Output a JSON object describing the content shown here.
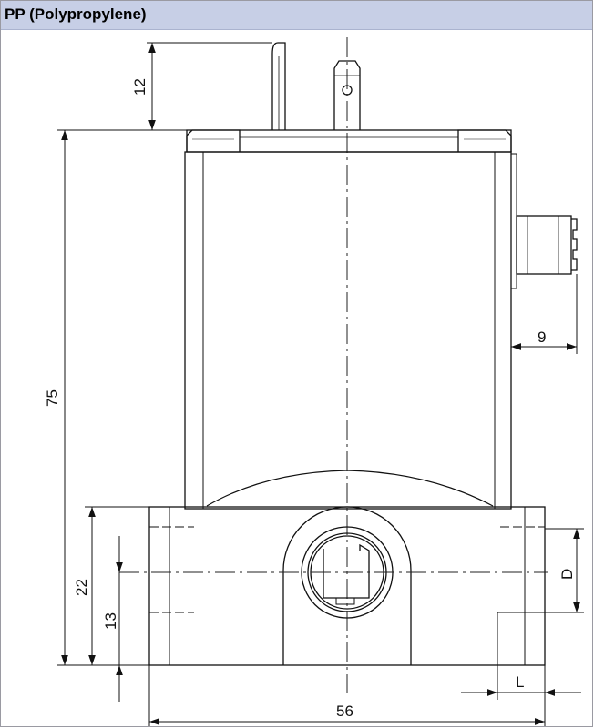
{
  "header": {
    "title": "PP (Polypropylene)"
  },
  "dimensions": {
    "d12": "12",
    "d75": "75",
    "d9": "9",
    "d22": "22",
    "d13": "13",
    "d56": "56",
    "dD": "D",
    "dL": "L"
  },
  "colors": {
    "header_bg": "#c7cfe6",
    "line": "#111111"
  }
}
